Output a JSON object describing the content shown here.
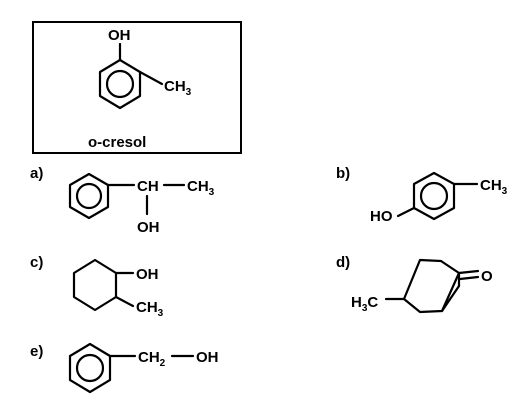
{
  "reference": {
    "name": "o-cresol",
    "oh_label": "OH",
    "ch3_main": "CH",
    "ch3_sub": "3"
  },
  "options": [
    {
      "letter": "a)",
      "labels": {
        "ch": "CH",
        "dash": "—",
        "ch3_main": "CH",
        "ch3_sub": "3",
        "oh": "OH"
      }
    },
    {
      "letter": "b)",
      "labels": {
        "ho": "HO",
        "ch3_main": "CH",
        "ch3_sub": "3"
      }
    },
    {
      "letter": "c)",
      "labels": {
        "oh": "OH",
        "ch3_main": "CH",
        "ch3_sub": "3"
      }
    },
    {
      "letter": "d)",
      "labels": {
        "o": "O",
        "h3c_pre": "H",
        "h3c_sub": "3",
        "h3c_post": "C"
      }
    },
    {
      "letter": "e)",
      "labels": {
        "ch2_main": "CH",
        "ch2_sub": "2",
        "oh": "OH"
      }
    }
  ]
}
